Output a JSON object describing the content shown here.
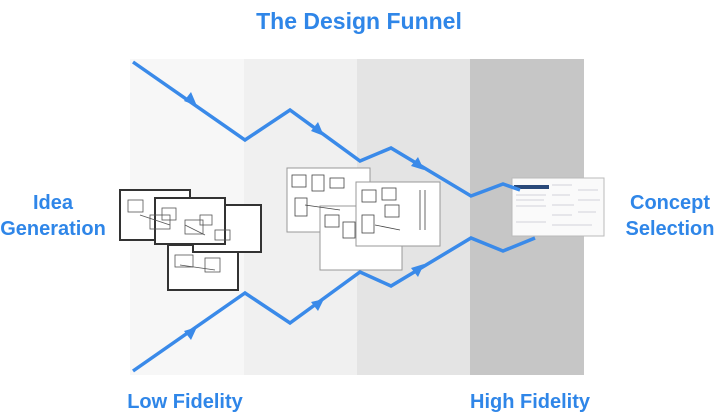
{
  "title": "The Design Funnel",
  "left_label": {
    "line1": "Idea",
    "line2": "Generation"
  },
  "right_label": {
    "line1": "Concept",
    "line2": "Selection"
  },
  "bottom_left": "Low Fidelity",
  "bottom_right": "High Fidelity",
  "colors": {
    "accent": "#3a8ae9",
    "band1": "#f7f7f7",
    "band2": "#f0f0f0",
    "band3": "#e4e4e4",
    "band4": "#c6c6c6"
  }
}
